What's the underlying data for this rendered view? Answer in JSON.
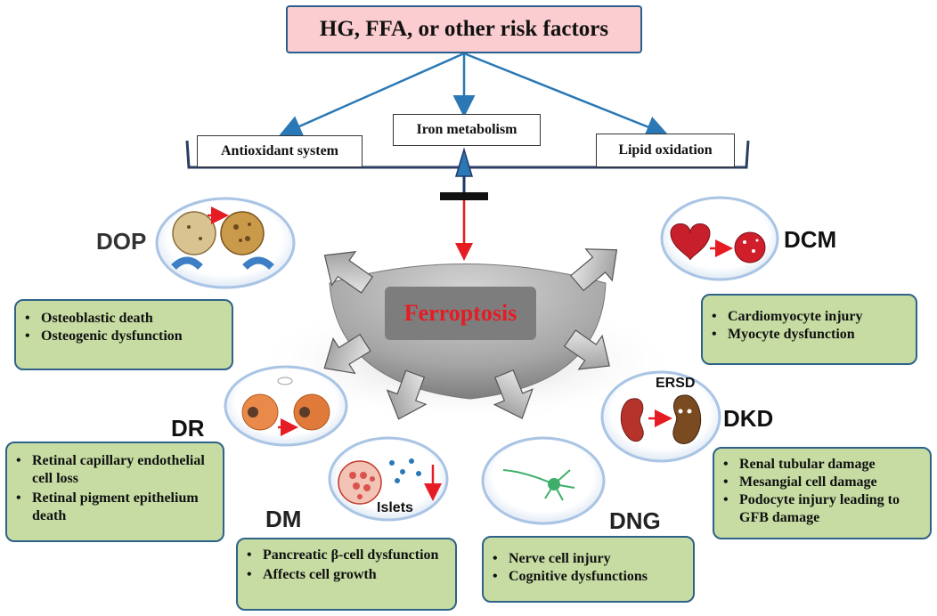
{
  "top_box": "HG, FFA, or other risk factors",
  "factors": {
    "left": "Antioxidant system",
    "center": "Iron metabolism",
    "right": "Lipid oxidation"
  },
  "center": "Ferroptosis",
  "diseases": {
    "dop": {
      "name": "DOP",
      "effects": [
        "Osteoblastic death",
        "Osteogenic dysfunction"
      ]
    },
    "dcm": {
      "name": "DCM",
      "effects": [
        "Cardiomyocyte injury",
        "Myocyte dysfunction"
      ]
    },
    "dr": {
      "name": "DR",
      "effects": [
        "Retinal capillary endothelial cell loss",
        "Retinal pigment epithelium death"
      ]
    },
    "dm": {
      "name": "DM",
      "effects": [
        "Pancreatic β-cell dysfunction",
        "Affects cell growth"
      ],
      "image_label": "Islets"
    },
    "dng": {
      "name": "DNG",
      "effects": [
        "Nerve cell injury",
        "Cognitive dysfunctions"
      ]
    },
    "dkd": {
      "name": "DKD",
      "effects": [
        "Renal tubular damage",
        "Mesangial cell damage",
        "Podocyte injury leading to GFB damage"
      ],
      "image_label": "ERSD"
    }
  },
  "colors": {
    "arrow_blue": "#2a78b5",
    "red": "#e51c23",
    "box_green": "#c6dca2",
    "box_pink": "#fbcdd0",
    "border_blue": "#2e6288"
  }
}
